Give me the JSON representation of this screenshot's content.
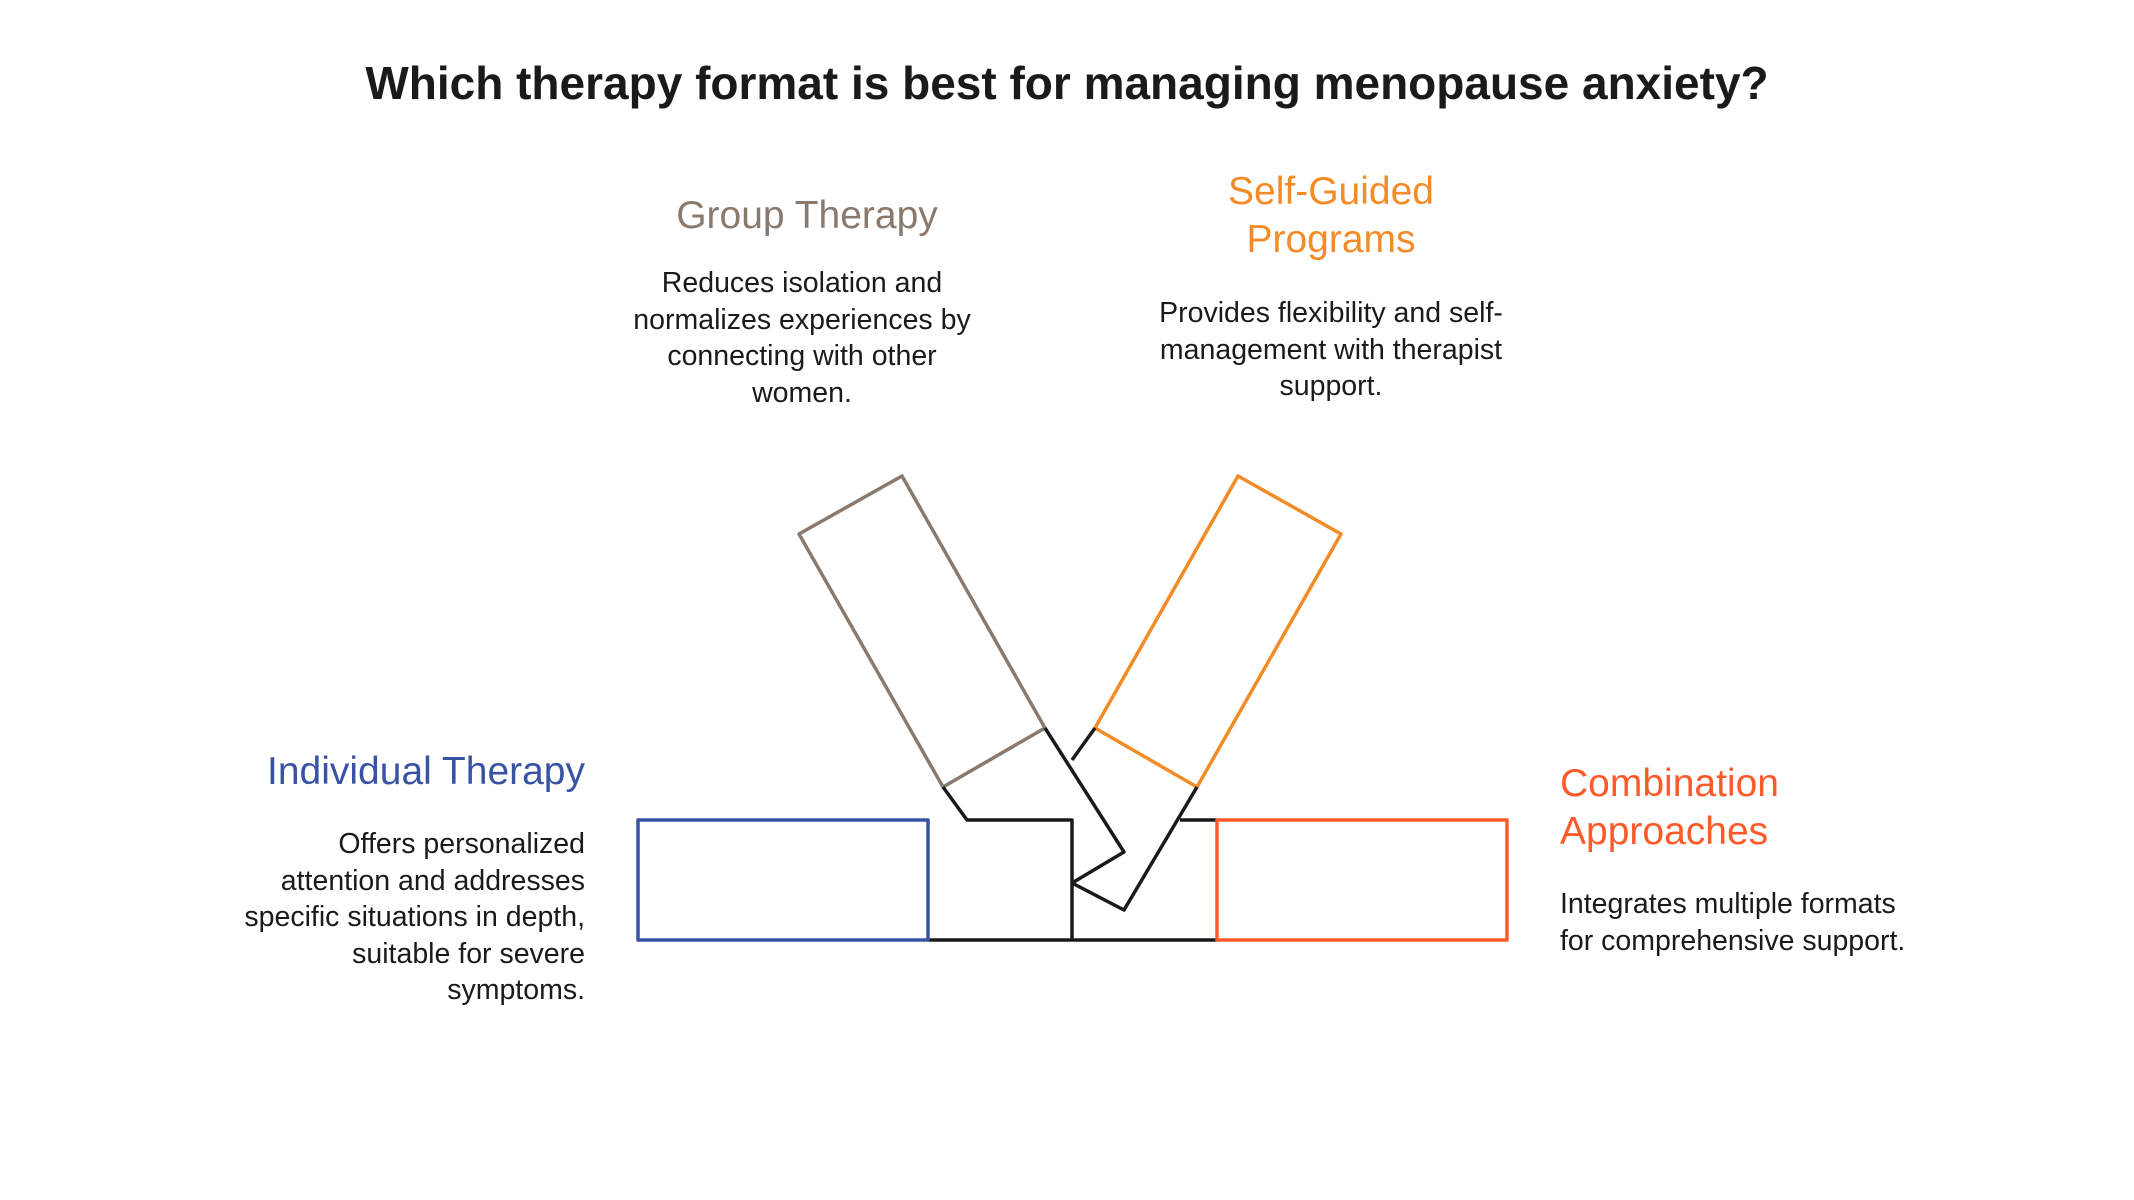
{
  "title": "Which therapy format is best for managing menopause anxiety?",
  "colors": {
    "individual": "#3953a4",
    "group": "#8a7a6d",
    "self_guided": "#f38b26",
    "combination": "#ff5a2a",
    "connector": "#1a1a1a"
  },
  "options": {
    "group": {
      "title": "Group Therapy",
      "description": "Reduces isolation and normalizes experiences by connecting with other women."
    },
    "self_guided": {
      "title": "Self-Guided Programs",
      "description": "Provides flexibility and self-management with therapist support."
    },
    "individual": {
      "title": "Individual Therapy",
      "description": "Offers personalized attention and addresses specific situations in depth, suitable for severe symptoms."
    },
    "combination": {
      "title": "Combination Approaches",
      "description": "Integrates multiple formats for comprehensive support."
    }
  }
}
